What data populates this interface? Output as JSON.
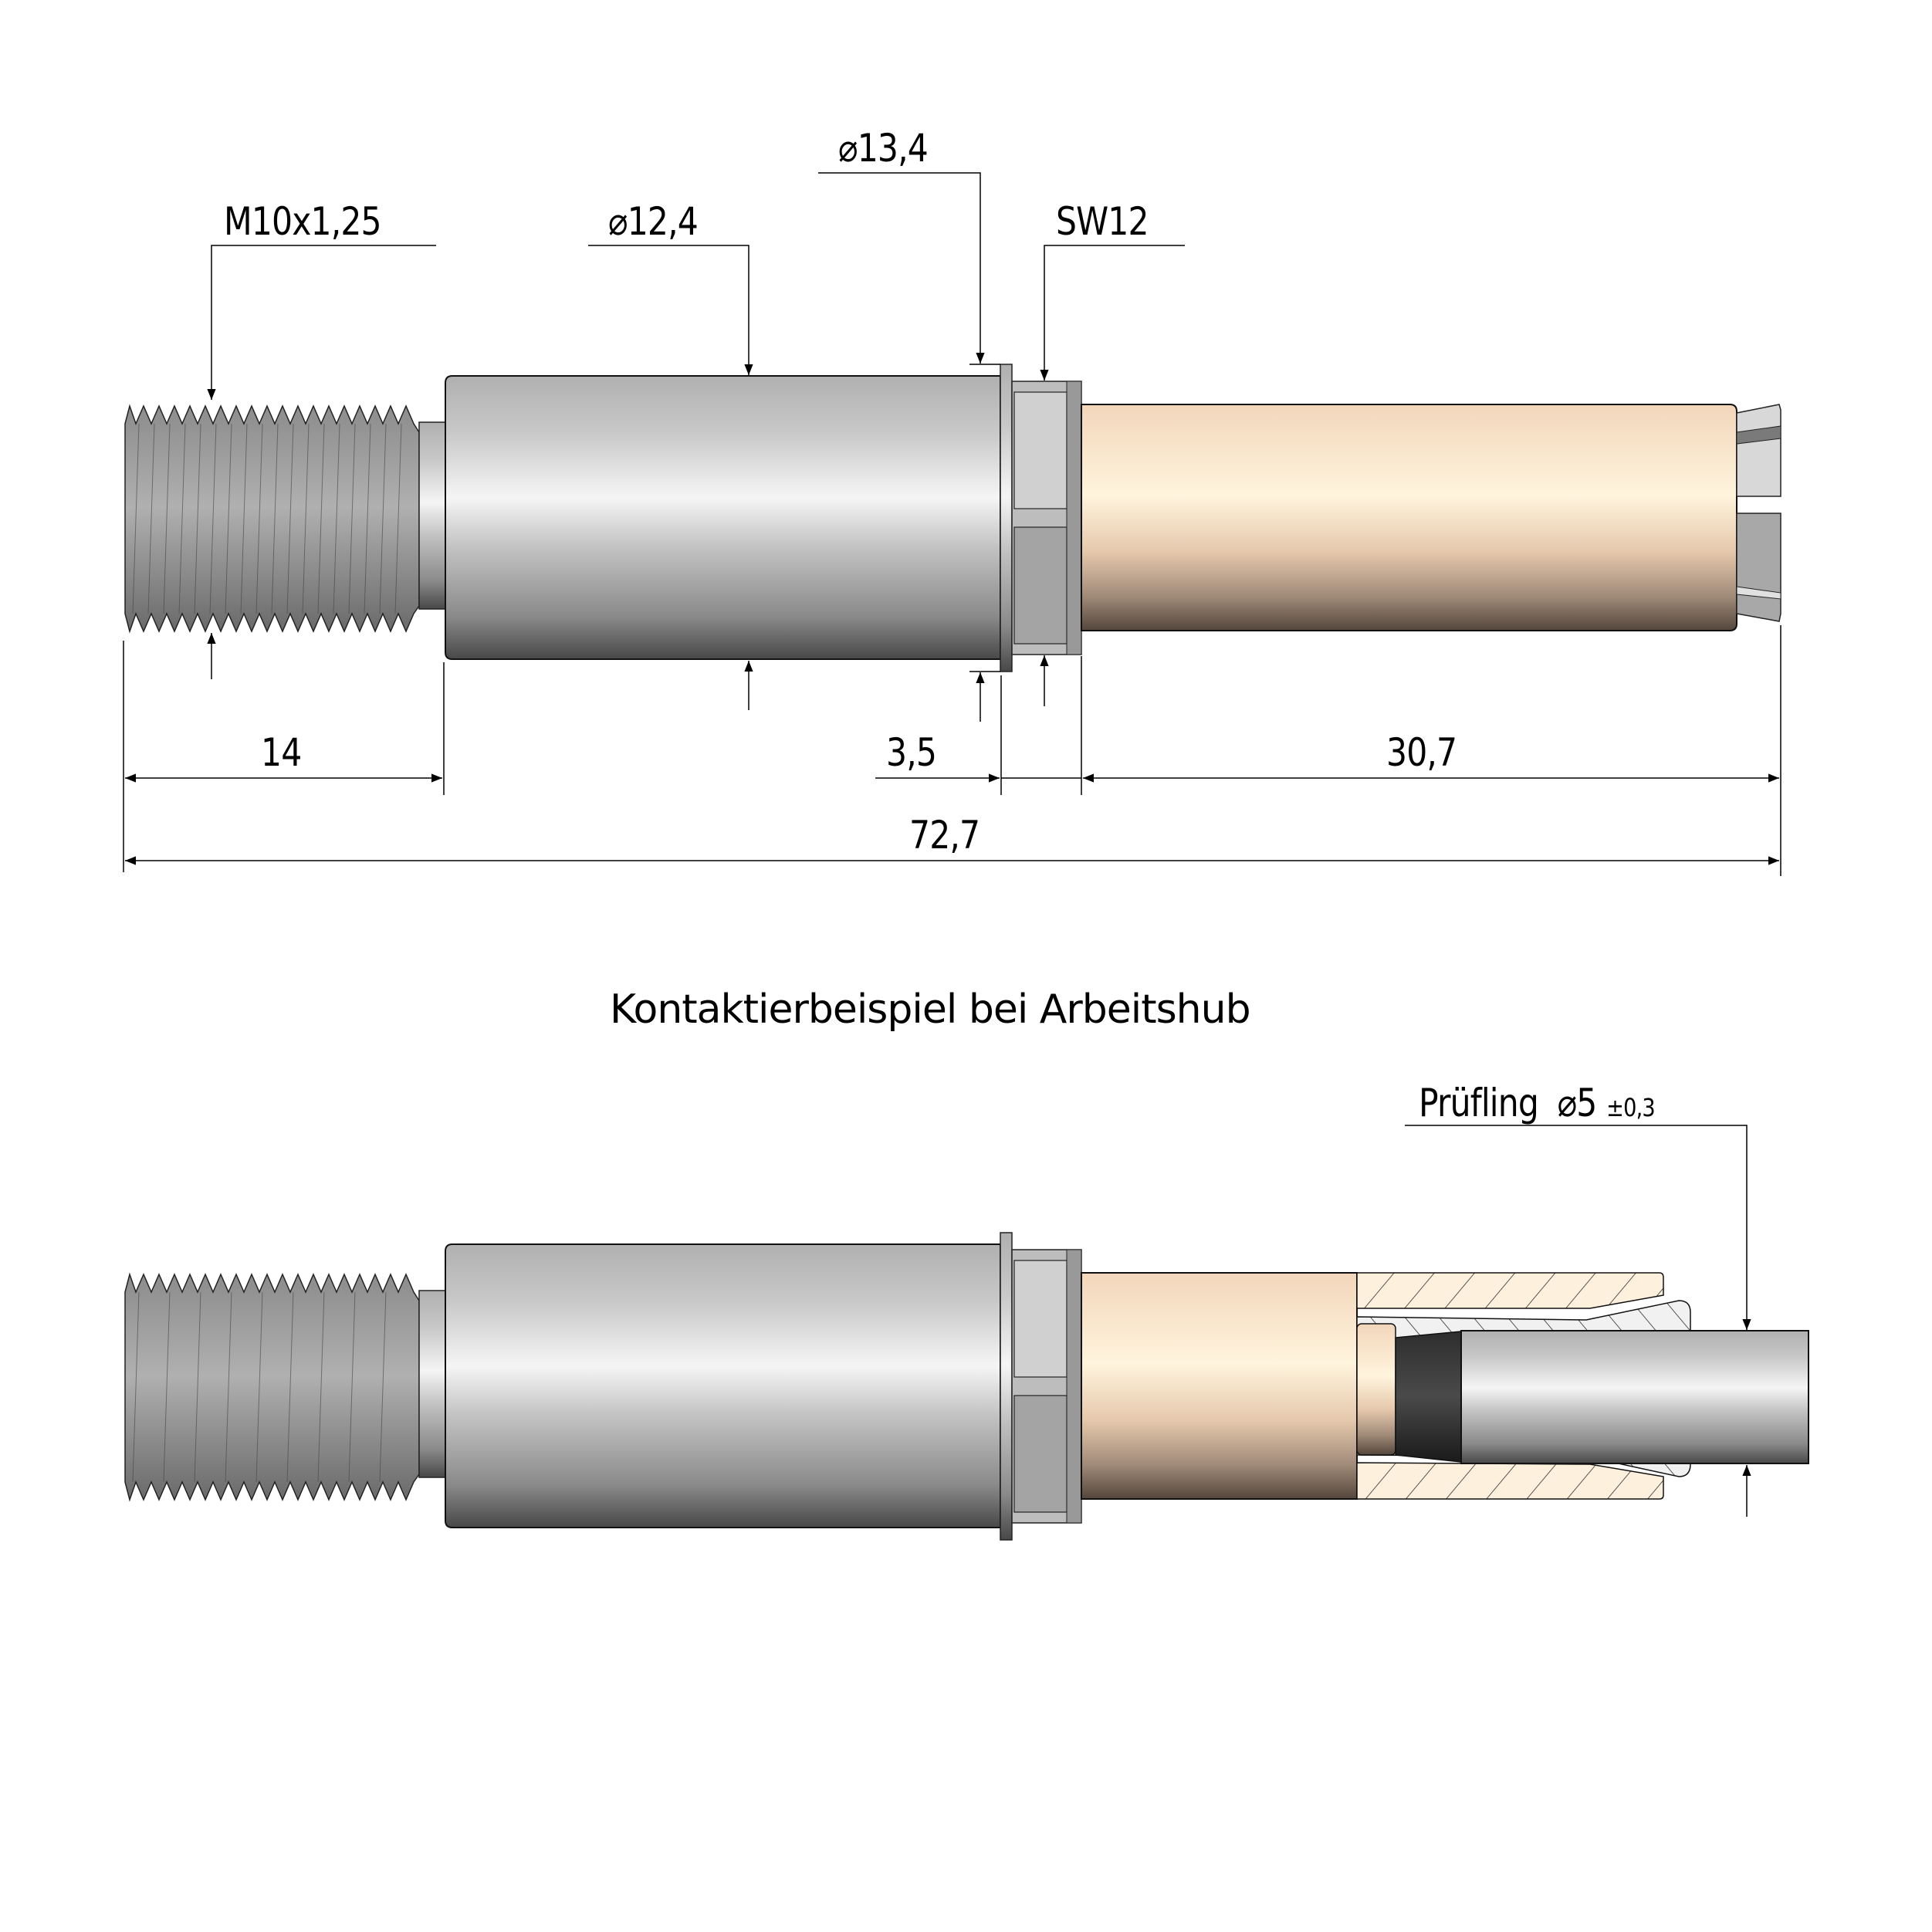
{
  "drawing": {
    "top_view": {
      "dimensions": {
        "thread": "M10x1,25",
        "body_diameter": "12,4",
        "flange_diameter": "13,4",
        "wrench_size": "SW12",
        "thread_length": "14",
        "flange_offset": "3,5",
        "sleeve_length": "30,7",
        "total_length": "72,7"
      },
      "diameter_symbol": "⌀"
    },
    "section_title": "Kontaktierbeispiel bei Arbeitshub",
    "bottom_view": {
      "specimen_label": "Prüfling",
      "specimen_diameter": "5",
      "specimen_tolerance": "±0,3",
      "diameter_symbol": "⌀"
    },
    "colors": {
      "steel_light": "#f4f4f4",
      "steel_mid": "#b8b8b8",
      "steel_dark": "#4a4a4a",
      "sleeve_light": "#fff3dc",
      "sleeve_mid": "#f3d8bd",
      "sleeve_dark": "#5a4a3e",
      "insulator_black": "#1e1e1e"
    }
  }
}
